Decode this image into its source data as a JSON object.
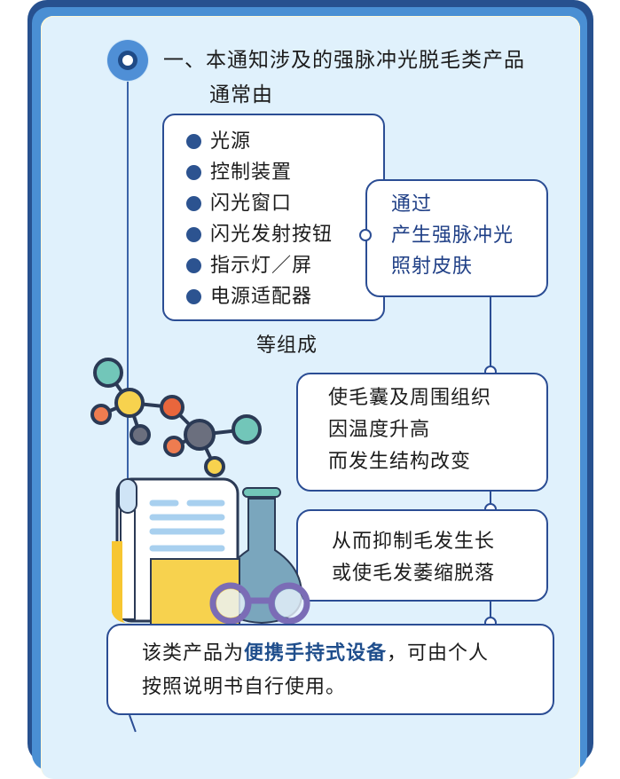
{
  "heading": {
    "line1": "一、本通知涉及的强脉冲光脱毛类产品",
    "line2": "通常由"
  },
  "components": {
    "items": [
      "光源",
      "控制装置",
      "闪光窗口",
      "闪光发射按钮",
      "指示灯／屏",
      "电源适配器"
    ],
    "suffix": "等组成"
  },
  "mechanism": {
    "lines": [
      "通过",
      "产生强脉冲光",
      "照射皮肤"
    ]
  },
  "effect1": {
    "lines": [
      "使毛囊及周围组织",
      "因温度升高",
      "而发生结构改变"
    ]
  },
  "effect2": {
    "lines": [
      "从而抑制毛发生长",
      "或使毛发萎缩脱落"
    ]
  },
  "summary": {
    "prefix": "该类产品为",
    "highlight": "便携手持式设备",
    "suffix": "，可由个人",
    "line2": "按照说明书自行使用。"
  },
  "colors": {
    "frame_dark": "#27518f",
    "frame_light": "#4a8fd3",
    "background": "#e0f1fc",
    "accent": "#2b4d94"
  }
}
